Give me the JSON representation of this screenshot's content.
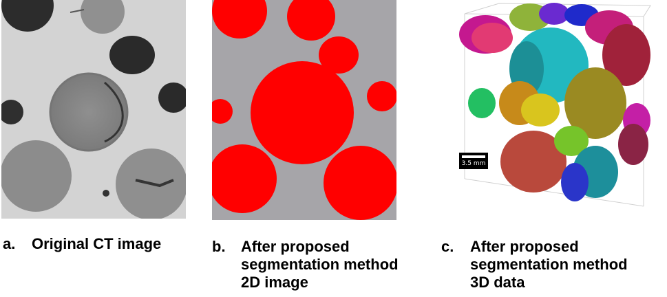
{
  "panels": [
    {
      "letter": "a.",
      "title_lines": [
        "Original CT image"
      ]
    },
    {
      "letter": "b.",
      "title_lines": [
        "After proposed",
        "segmentation method",
        "2D image"
      ]
    },
    {
      "letter": "c.",
      "title_lines": [
        "After proposed",
        "segmentation method",
        "3D data"
      ]
    }
  ],
  "scale_bar": {
    "label": "3.5 mm"
  },
  "colors": {
    "ct_background": "#d2d2d2",
    "segmentation_background": "#a6a5a9",
    "segmentation_particle": "#ff0000"
  }
}
